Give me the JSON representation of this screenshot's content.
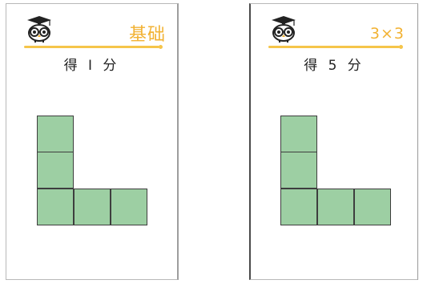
{
  "cards": [
    {
      "level": "基础",
      "score": "得 I 分"
    },
    {
      "level": "3×3",
      "score": "得 5 分"
    }
  ],
  "icons": [
    "owl-mascot-icon",
    "owl-mascot-icon"
  ],
  "colors": {
    "accent": "#f2b233",
    "block_fill": "#9dcfa3",
    "block_border": "#3e3e3e"
  }
}
